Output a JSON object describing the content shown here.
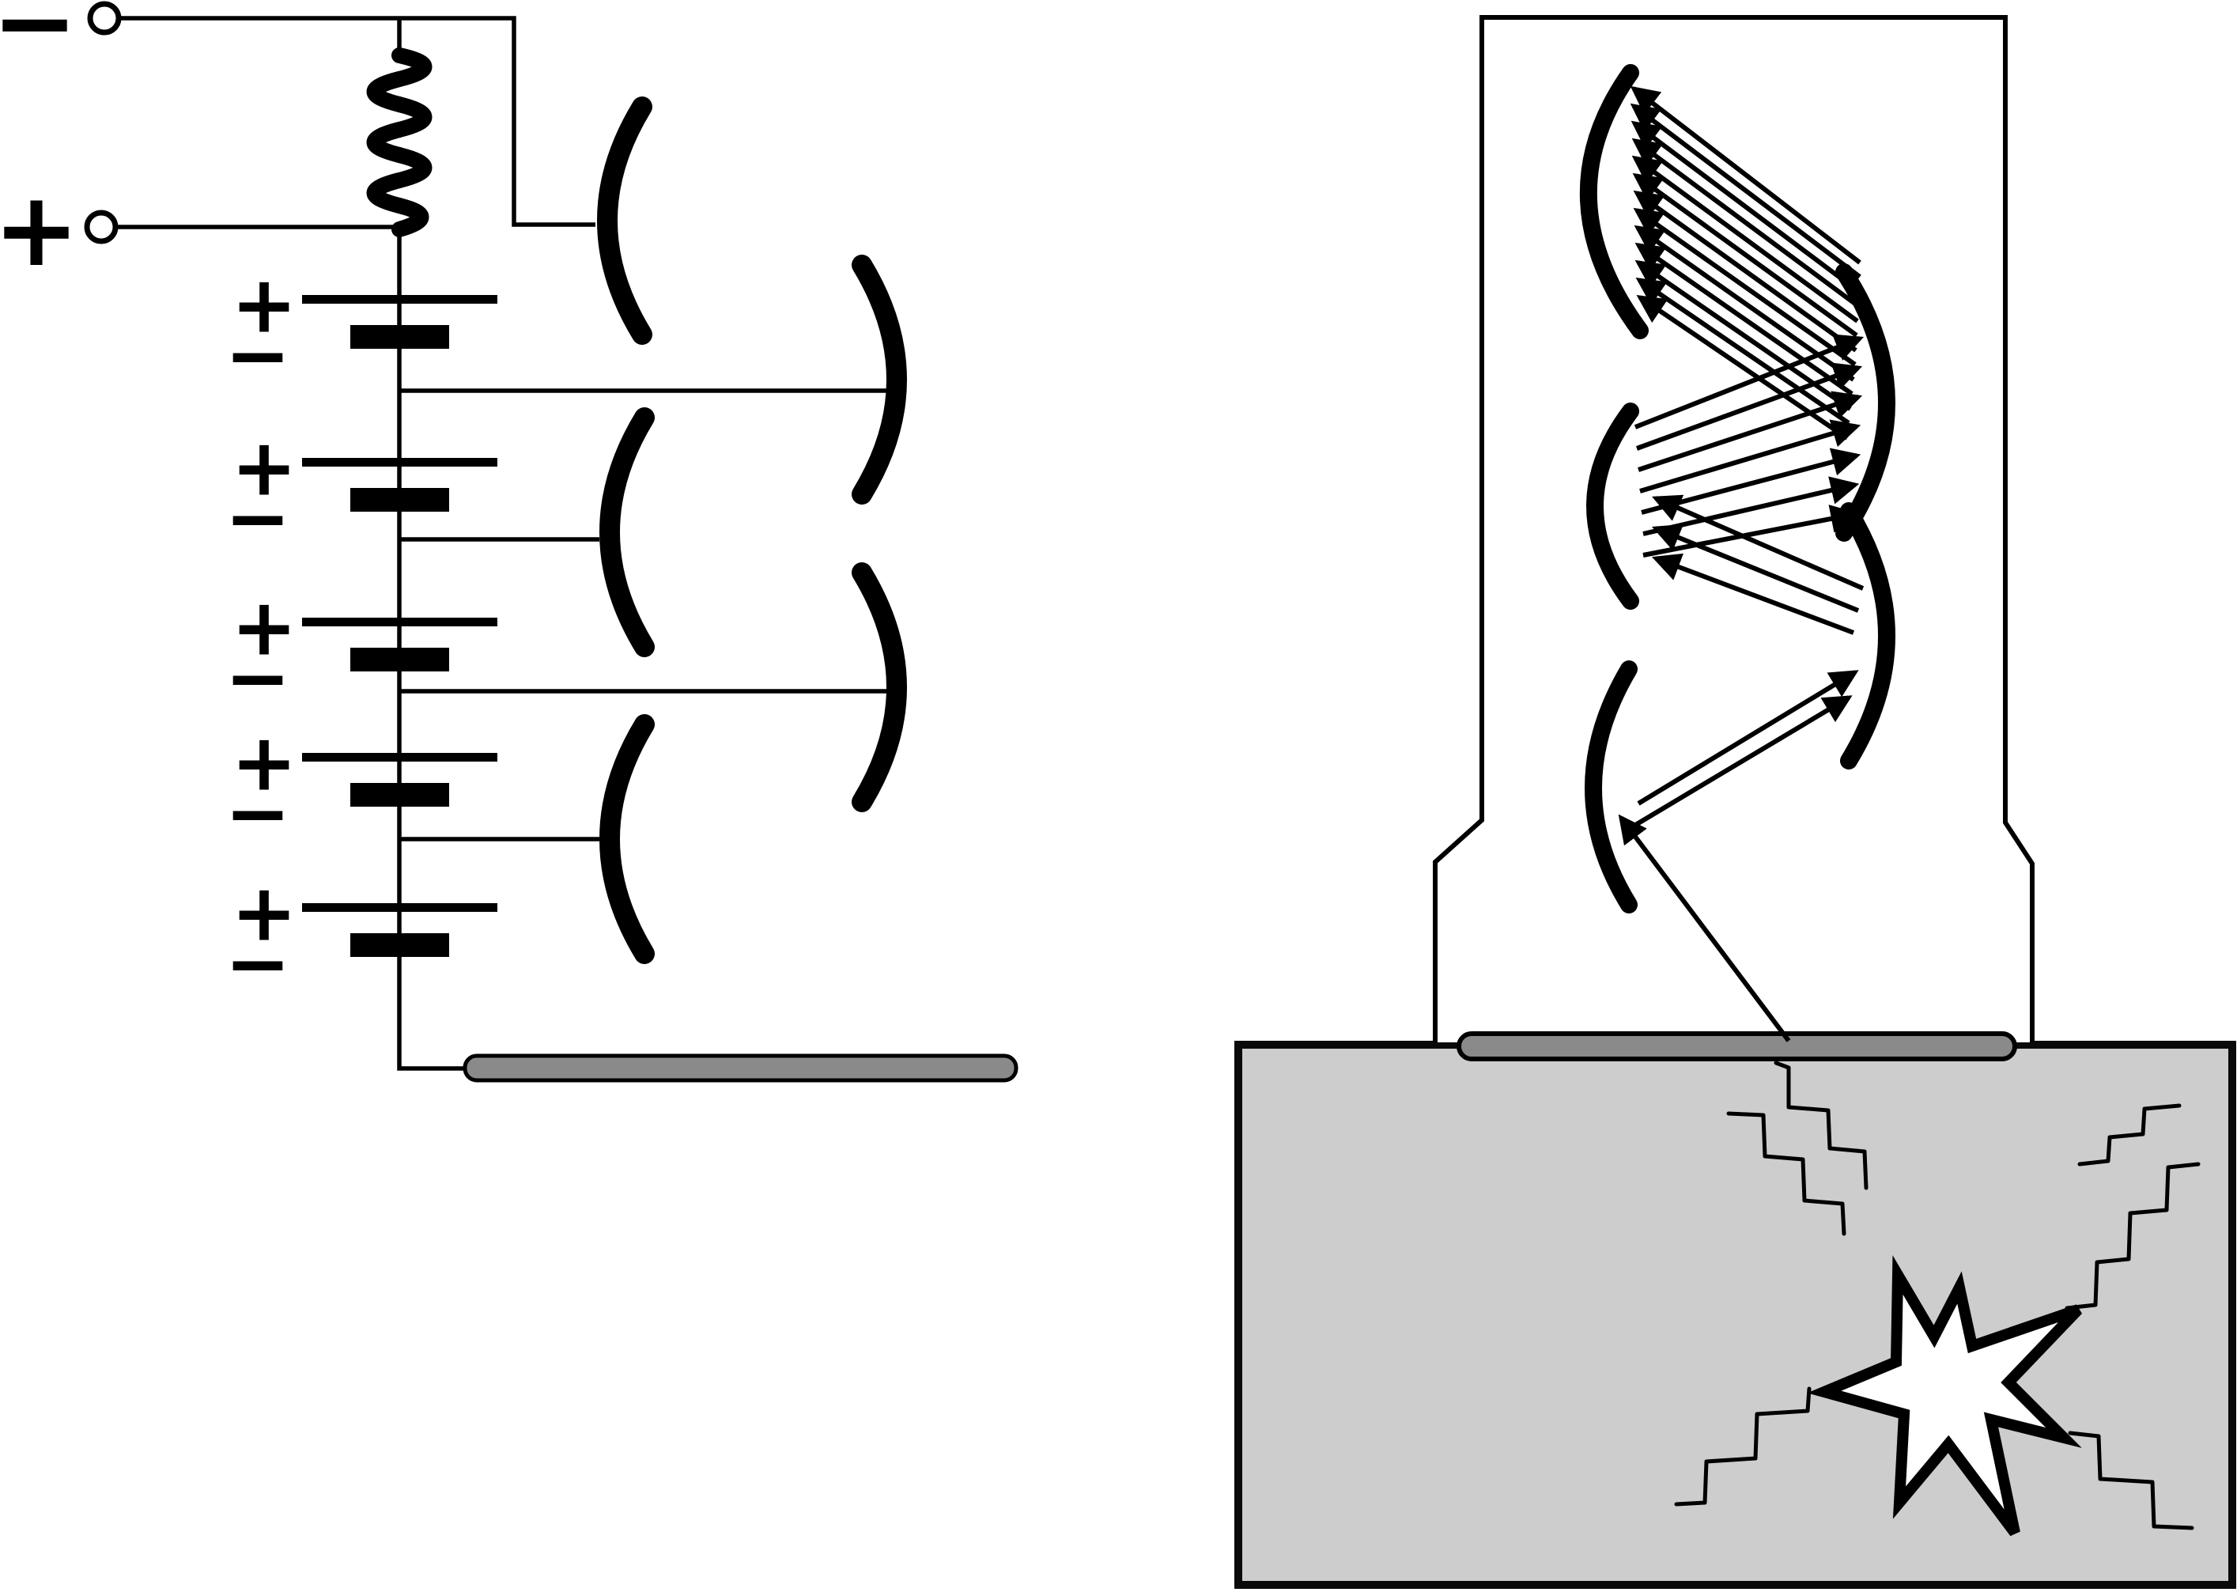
{
  "left_circuit": {
    "negative_terminal": {
      "label": "−"
    },
    "positive_terminal": {
      "label": "+"
    },
    "battery_cells": [
      {
        "plus": "+",
        "minus": "−"
      },
      {
        "plus": "+",
        "minus": "−"
      },
      {
        "plus": "+",
        "minus": "−"
      },
      {
        "plus": "+",
        "minus": "−"
      },
      {
        "plus": "+",
        "minus": "−"
      }
    ],
    "dynode_electrode_count": 5
  },
  "right_detector": {
    "dynode_count": 5,
    "electron_arrow_stages": [
      1,
      2,
      3,
      7,
      13
    ],
    "gamma_track_count": 6,
    "scintillation_burst_count": 1
  },
  "colors": {
    "background": "#ffffff",
    "line": "#000000",
    "electrode_bar": "#8a8a8a",
    "crystal": "#cdcdcd"
  }
}
